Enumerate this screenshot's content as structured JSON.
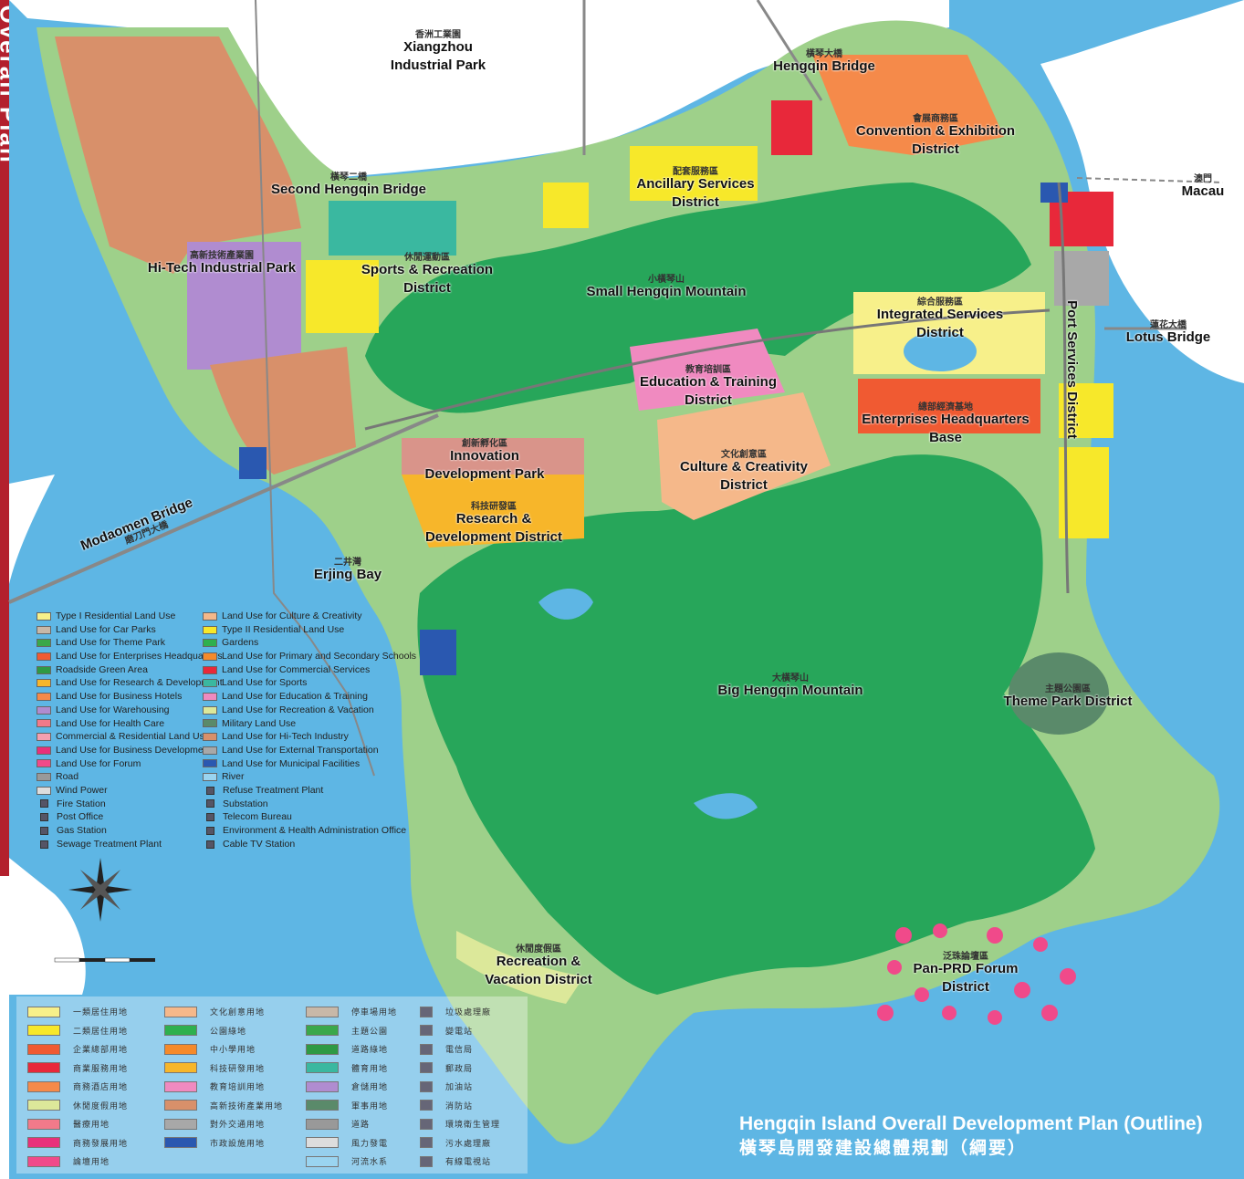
{
  "sidebar_text": "Overall Plan",
  "place_labels": [
    {
      "id": "xiangzhou",
      "cn": "香洲工業園",
      "lines": [
        "Xiangzhou",
        "Industrial Park"
      ]
    },
    {
      "id": "hengqin-bridge",
      "cn": "橫琴大橋",
      "lines": [
        "Hengqin Bridge"
      ]
    },
    {
      "id": "convention",
      "cn": "會展商務區",
      "lines": [
        "Convention & Exhibition",
        "District"
      ]
    },
    {
      "id": "macau",
      "cn": "澳門",
      "lines": [
        "Macau"
      ]
    },
    {
      "id": "second-bridge",
      "cn": "橫琴二橋",
      "lines": [
        "Second Hengqin Bridge"
      ]
    },
    {
      "id": "ancillary",
      "cn": "配套服務區",
      "lines": [
        "Ancillary Services",
        "District"
      ]
    },
    {
      "id": "hitech",
      "cn": "高新技術產業園",
      "lines": [
        "Hi-Tech Industrial Park"
      ]
    },
    {
      "id": "sports",
      "cn": "休閒運動區",
      "lines": [
        "Sports & Recreation",
        "District"
      ]
    },
    {
      "id": "small-mountain",
      "cn": "小橫琴山",
      "lines": [
        "Small Hengqin Mountain"
      ]
    },
    {
      "id": "integrated",
      "cn": "綜合服務區",
      "lines": [
        "Integrated Services",
        "District"
      ]
    },
    {
      "id": "lotus",
      "cn": "蓮花大橋",
      "lines": [
        "Lotus Bridge"
      ]
    },
    {
      "id": "port",
      "cn": "",
      "lines": [
        "Port Services District"
      ]
    },
    {
      "id": "education",
      "cn": "教育培訓區",
      "lines": [
        "Education & Training",
        "District"
      ]
    },
    {
      "id": "enterprises",
      "cn": "總部經濟基地",
      "lines": [
        "Enterprises Headquarters",
        "Base"
      ]
    },
    {
      "id": "innovation",
      "cn": "創新孵化區",
      "lines": [
        "Innovation",
        "Development Park"
      ]
    },
    {
      "id": "culture",
      "cn": "文化創意區",
      "lines": [
        "Culture & Creativity",
        "District"
      ]
    },
    {
      "id": "modaomen",
      "cn": "磨刀門大橋",
      "lines": [
        "Modaomen Bridge"
      ]
    },
    {
      "id": "research",
      "cn": "科技研發區",
      "lines": [
        "Research &",
        "Development District"
      ]
    },
    {
      "id": "erjing",
      "cn": "二井灣",
      "lines": [
        "Erjing Bay"
      ]
    },
    {
      "id": "big-mountain",
      "cn": "大橫琴山",
      "lines": [
        "Big Hengqin Mountain"
      ]
    },
    {
      "id": "theme-park",
      "cn": "主題公園區",
      "lines": [
        "Theme Park District"
      ]
    },
    {
      "id": "recreation",
      "cn": "休閒度假區",
      "lines": [
        "Recreation &",
        "Vacation District"
      ]
    },
    {
      "id": "pan-prd",
      "cn": "泛珠論壇區",
      "lines": [
        "Pan-PRD Forum",
        "District"
      ]
    }
  ],
  "legend_left": [
    {
      "label": "Type I Residential Land Use",
      "color": "#f7f08a"
    },
    {
      "label": "Land Use for Car Parks",
      "color": "#c8b8a8"
    },
    {
      "label": "Land Use for Theme Park",
      "color": "#3aa84a"
    },
    {
      "label": "Land Use for Enterprises Headquarters",
      "color": "#f05a32"
    },
    {
      "label": "Roadside Green Area",
      "color": "#2e9a44"
    },
    {
      "label": "Land Use for Research & Development",
      "color": "#f7b62a"
    },
    {
      "label": "Land Use for Business Hotels",
      "color": "#f58a4a"
    },
    {
      "label": "Land Use for Warehousing",
      "color": "#b08cd0"
    },
    {
      "label": "Land Use for Health Care",
      "color": "#f27a8a"
    },
    {
      "label": "Commercial & Residential Land Use",
      "color": "#f4a0b0"
    },
    {
      "label": "Land Use for Business Development",
      "color": "#e8307a"
    },
    {
      "label": "Land Use for Forum",
      "color": "#f04a8a"
    },
    {
      "label": "Road",
      "color": "#999999"
    },
    {
      "label": "Wind Power",
      "color": "#dddddd"
    }
  ],
  "legend_left_symbols": [
    "Fire Station",
    "Post Office",
    "Gas Station",
    "Sewage Treatment Plant"
  ],
  "legend_right": [
    {
      "label": "Land Use for Culture & Creativity",
      "color": "#f5b88a"
    },
    {
      "label": "Type II Residential Land Use",
      "color": "#f7e82a"
    },
    {
      "label": "Gardens",
      "color": "#2eb04e"
    },
    {
      "label": "Land Use for Primary and Secondary Schools",
      "color": "#f58a2a"
    },
    {
      "label": "Land Use for Commercial Services",
      "color": "#e8283a"
    },
    {
      "label": "Land Use for Sports",
      "color": "#3ab8a0"
    },
    {
      "label": "Land Use for Education & Training",
      "color": "#f08ac0"
    },
    {
      "label": "Land Use for Recreation & Vacation",
      "color": "#dce89a"
    },
    {
      "label": "Military Land Use",
      "color": "#5a8a6a"
    },
    {
      "label": "Land Use for Hi-Tech Industry",
      "color": "#d8906a"
    },
    {
      "label": "Land Use for External Transportation",
      "color": "#a8a8a8"
    },
    {
      "label": "Land Use for Municipal Facilities",
      "color": "#2a58b0"
    },
    {
      "label": "River",
      "color": "#9ad4f0"
    }
  ],
  "legend_right_symbols": [
    "Refuse Treatment Plant",
    "Substation",
    "Telecom Bureau",
    "Environment & Health Administration Office",
    "Cable TV Station"
  ],
  "cn_legend": {
    "col1": [
      {
        "c": "#f7f08a",
        "t": "一類居住用地"
      },
      {
        "c": "#f7e82a",
        "t": "二類居住用地"
      },
      {
        "c": "#f05a32",
        "t": "企業總部用地"
      },
      {
        "c": "#e8283a",
        "t": "商業服務用地"
      },
      {
        "c": "#f58a4a",
        "t": "商務酒店用地"
      },
      {
        "c": "#dce89a",
        "t": "休閒度假用地"
      },
      {
        "c": "#f27a8a",
        "t": "醫療用地"
      },
      {
        "c": "#e8307a",
        "t": "商務發展用地"
      },
      {
        "c": "#f04a8a",
        "t": "論壇用地"
      }
    ],
    "col2": [
      {
        "c": "#f5b88a",
        "t": "文化創意用地"
      },
      {
        "c": "#2eb04e",
        "t": "公園綠地"
      },
      {
        "c": "#f58a2a",
        "t": "中小學用地"
      },
      {
        "c": "#f7b62a",
        "t": "科技研發用地"
      },
      {
        "c": "#f08ac0",
        "t": "教育培訓用地"
      },
      {
        "c": "#d8906a",
        "t": "高新技術產業用地"
      },
      {
        "c": "#a8a8a8",
        "t": "對外交通用地"
      },
      {
        "c": "#2a58b0",
        "t": "市政設施用地"
      }
    ],
    "col3": [
      {
        "c": "#c8b8a8",
        "t": "停車場用地"
      },
      {
        "c": "#3aa84a",
        "t": "主題公園"
      },
      {
        "c": "#2e9a44",
        "t": "道路綠地"
      },
      {
        "c": "#3ab8a0",
        "t": "體育用地"
      },
      {
        "c": "#b08cd0",
        "t": "倉儲用地"
      },
      {
        "c": "#5a8a6a",
        "t": "軍事用地"
      },
      {
        "c": "#999999",
        "t": "道路"
      },
      {
        "c": "#dddddd",
        "t": "風力發電"
      },
      {
        "c": "#9ad4f0",
        "t": "河流水系"
      }
    ],
    "col4": [
      "垃圾處理廠",
      "變電站",
      "電信局",
      "郵政局",
      "加油站",
      "消防站",
      "環境衛生管理",
      "污水處理廠",
      "有線電視站"
    ]
  },
  "title": {
    "en": "Hengqin Island Overall Development Plan (Outline)",
    "cn": "橫琴島開發建設總體規劃（綱要）"
  },
  "colors": {
    "sea": "#5eb6e4",
    "mainland": "#ffffff",
    "green": "#27a65a",
    "light_green": "#9ed08a",
    "accent_red": "#b3202d"
  }
}
